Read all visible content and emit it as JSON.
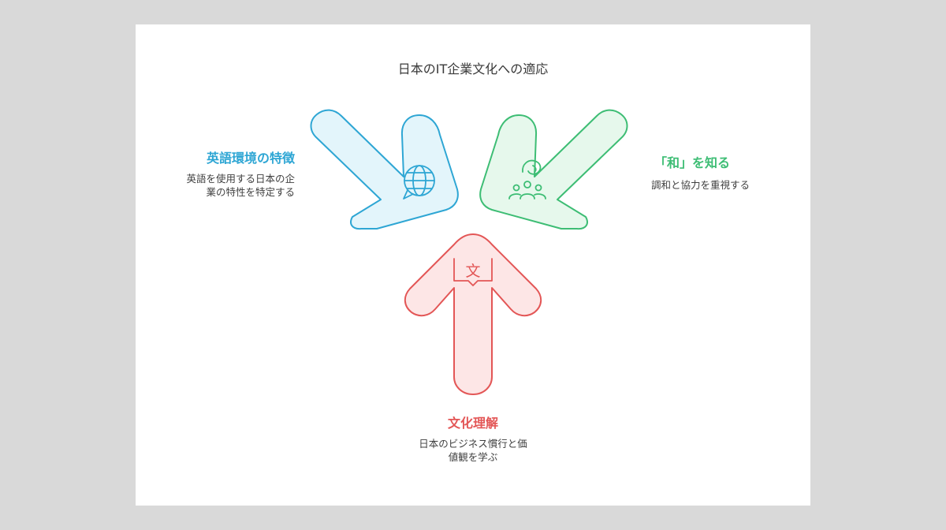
{
  "title": "日本のIT企業文化への適応",
  "items": [
    {
      "id": "english",
      "heading": "英語環境の特徴",
      "desc_line1": "英語を使用する日本の企",
      "desc_line2": "業の特性を特定する",
      "icon": "globe-chat-icon",
      "color": "#2ea6d4",
      "fill": "#e3f5fb"
    },
    {
      "id": "wa",
      "heading": "「和」を知る",
      "desc_line1": "調和と協力を重視する",
      "icon": "team-people-icon",
      "color": "#3dbd74",
      "fill": "#e6f8ec"
    },
    {
      "id": "culture",
      "heading": "文化理解",
      "desc_line1": "日本のビジネス慣行と価",
      "desc_line2": "値観を学ぶ",
      "icon": "translate-book-icon",
      "icon_char": "文",
      "color": "#e35656",
      "fill": "#fde6e6"
    }
  ]
}
